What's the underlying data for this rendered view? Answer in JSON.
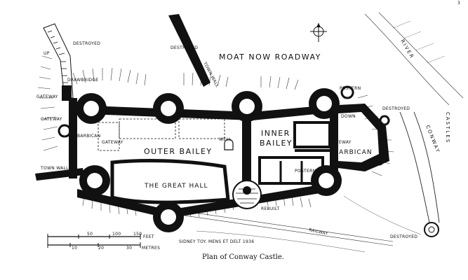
{
  "corner": {
    "page_mark": "3"
  },
  "labels": {
    "destroyed_nw": "DESTROYED",
    "destroyed_n": "DESTROYED",
    "moat": "MOAT    NOW  ROADWAY",
    "town_wall_top": "TOWN WALL",
    "up": "UP",
    "drawbridge": "DRAWBRIDGE",
    "gateway_1": "GATEWAY",
    "gateway_2": "GATEWAY",
    "gateway_3": "GATEWAY",
    "gateway_4": "GATEWAY",
    "barbican_w": "BARBICAN",
    "barbican_e": "BARBICAN",
    "town_wall_w": "TOWN WALL",
    "outer_bailey": "OUTER BAILEY",
    "inner_bailey_1": "INNER",
    "inner_bailey_2": "BAILEY",
    "great_hall": "THE GREAT HALL",
    "well": "WELL",
    "postern_n": "POSTERN",
    "postern_s": "POSTERN",
    "down": "DOWN",
    "destroyed_e": "DESTROYED",
    "destroyed_se": "DESTROYED",
    "rebuilt": "REBUILT",
    "railway": "RAILWAY",
    "river": "RIVER",
    "castles": "CASTLES",
    "conway": "CONWAY",
    "credit": "SIDNEY TOY. MENS ET DELT 1936"
  },
  "scale": {
    "feet_ticks": [
      "50",
      "100",
      "150"
    ],
    "feet_unit": "FEET",
    "metre_ticks": [
      "10",
      "20",
      "30"
    ],
    "metre_unit": "METRES"
  },
  "caption": "Plan of Conway Castle."
}
